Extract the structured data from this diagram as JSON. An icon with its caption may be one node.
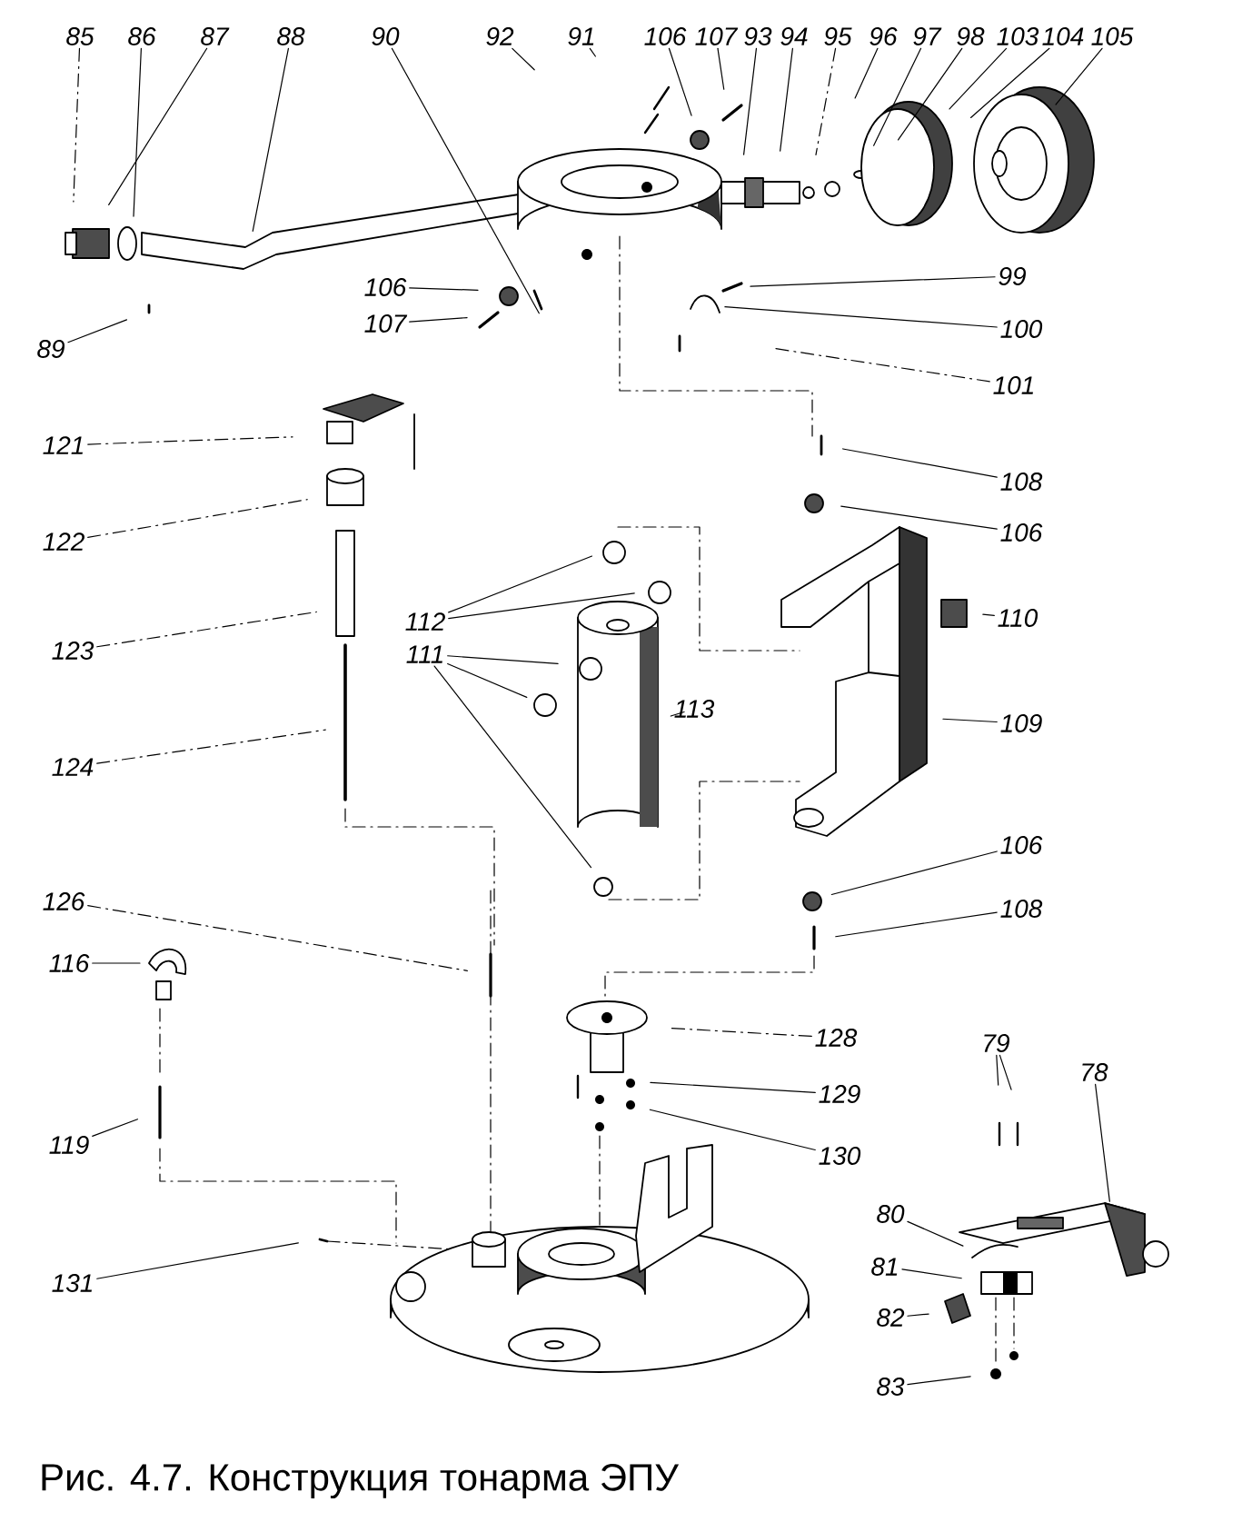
{
  "diagram": {
    "caption": "Рис. 4.7. Конструкция тонарма ЭПУ",
    "nodes": [
      {
        "text": [
          "85"
        ]
      },
      {
        "text": [
          "86"
        ]
      },
      {
        "text": [
          "87"
        ]
      },
      {
        "text": [
          "88"
        ]
      },
      {
        "text": [
          "90"
        ]
      },
      {
        "text": [
          "92"
        ]
      },
      {
        "text": [
          "91"
        ]
      },
      {
        "text": [
          "106"
        ]
      },
      {
        "text": [
          "107"
        ]
      },
      {
        "text": [
          "93"
        ]
      },
      {
        "text": [
          "94"
        ]
      },
      {
        "text": [
          "95"
        ]
      },
      {
        "text": [
          "96"
        ]
      },
      {
        "text": [
          "97"
        ]
      },
      {
        "text": [
          "98"
        ]
      },
      {
        "text": [
          "103"
        ]
      },
      {
        "text": [
          "104"
        ]
      },
      {
        "text": [
          "105"
        ]
      },
      {
        "text": [
          "89"
        ]
      },
      {
        "text": [
          "106"
        ]
      },
      {
        "text": [
          "107"
        ]
      },
      {
        "text": [
          "99"
        ]
      },
      {
        "text": [
          "100"
        ]
      },
      {
        "text": [
          "101"
        ]
      },
      {
        "text": [
          "121"
        ]
      },
      {
        "text": [
          "122"
        ]
      },
      {
        "text": [
          "123"
        ]
      },
      {
        "text": [
          "124"
        ]
      },
      {
        "text": [
          "108"
        ]
      },
      {
        "text": [
          "106"
        ]
      },
      {
        "text": [
          "112"
        ]
      },
      {
        "text": [
          "111"
        ]
      },
      {
        "text": [
          "110"
        ]
      },
      {
        "text": [
          "113"
        ]
      },
      {
        "text": [
          "109"
        ]
      },
      {
        "text": [
          "106"
        ]
      },
      {
        "text": [
          "108"
        ]
      },
      {
        "text": [
          "126"
        ]
      },
      {
        "text": [
          "116"
        ]
      },
      {
        "text": [
          "128"
        ]
      },
      {
        "text": [
          "129"
        ]
      },
      {
        "text": [
          "130"
        ]
      },
      {
        "text": [
          "119"
        ]
      },
      {
        "text": [
          "79"
        ]
      },
      {
        "text": [
          "78"
        ]
      },
      {
        "text": [
          "131"
        ]
      },
      {
        "text": [
          "80"
        ]
      },
      {
        "text": [
          "81"
        ]
      },
      {
        "text": [
          "82"
        ]
      },
      {
        "text": [
          "83"
        ]
      }
    ],
    "edges": [
      {
        "from": 0,
        "to": null,
        "arrow": "none",
        "style": "dashed"
      },
      {
        "from": 1,
        "to": null,
        "arrow": "none"
      },
      {
        "from": 2,
        "to": null,
        "arrow": "none"
      },
      {
        "from": 3,
        "to": null,
        "arrow": "none"
      },
      {
        "from": 4,
        "to": null,
        "arrow": "none"
      },
      {
        "from": 5,
        "to": null,
        "arrow": "none"
      },
      {
        "from": 6,
        "to": null,
        "arrow": "none"
      },
      {
        "from": 7,
        "to": null,
        "arrow": "none"
      },
      {
        "from": 8,
        "to": null,
        "arrow": "none"
      },
      {
        "from": 9,
        "to": null,
        "arrow": "none"
      },
      {
        "from": 10,
        "to": null,
        "arrow": "none"
      },
      {
        "from": 11,
        "to": null,
        "arrow": "none",
        "style": "dashed"
      },
      {
        "from": 12,
        "to": null,
        "arrow": "none"
      },
      {
        "from": 13,
        "to": null,
        "arrow": "none"
      },
      {
        "from": 14,
        "to": null,
        "arrow": "none"
      },
      {
        "from": 15,
        "to": null,
        "arrow": "none"
      },
      {
        "from": 16,
        "to": null,
        "arrow": "none"
      },
      {
        "from": 17,
        "to": null,
        "arrow": "none"
      },
      {
        "from": 18,
        "to": null,
        "arrow": "none"
      },
      {
        "from": 19,
        "to": null,
        "arrow": "none"
      },
      {
        "from": 20,
        "to": null,
        "arrow": "none"
      },
      {
        "from": 21,
        "to": null,
        "arrow": "none"
      },
      {
        "from": 22,
        "to": null,
        "arrow": "none"
      },
      {
        "from": 23,
        "to": null,
        "arrow": "none",
        "style": "dashed"
      },
      {
        "from": 24,
        "to": null,
        "arrow": "none",
        "style": "dashed"
      },
      {
        "from": 25,
        "to": null,
        "arrow": "none",
        "style": "dashed"
      },
      {
        "from": 26,
        "to": null,
        "arrow": "none",
        "style": "dashed"
      },
      {
        "from": 27,
        "to": null,
        "arrow": "none",
        "style": "dashed"
      },
      {
        "from": 28,
        "to": null,
        "arrow": "none"
      },
      {
        "from": 29,
        "to": null,
        "arrow": "none"
      },
      {
        "from": 30,
        "to": null,
        "arrow": "none"
      },
      {
        "from": 30,
        "to": null,
        "arrow": "none"
      },
      {
        "from": 31,
        "to": null,
        "arrow": "none"
      },
      {
        "from": 31,
        "to": null,
        "arrow": "none"
      },
      {
        "from": 31,
        "to": null,
        "arrow": "none"
      },
      {
        "from": 32,
        "to": null,
        "arrow": "none"
      },
      {
        "from": 33,
        "to": null,
        "arrow": "none"
      },
      {
        "from": 34,
        "to": null,
        "arrow": "none"
      },
      {
        "from": 35,
        "to": null,
        "arrow": "none"
      },
      {
        "from": 36,
        "to": null,
        "arrow": "none"
      },
      {
        "from": 37,
        "to": null,
        "arrow": "none",
        "style": "dashed"
      },
      {
        "from": 38,
        "to": null,
        "arrow": "none"
      },
      {
        "from": 39,
        "to": null,
        "arrow": "none",
        "style": "dashed"
      },
      {
        "from": 40,
        "to": null,
        "arrow": "none"
      },
      {
        "from": 41,
        "to": null,
        "arrow": "none"
      },
      {
        "from": 42,
        "to": null,
        "arrow": "none"
      },
      {
        "from": 43,
        "to": null,
        "arrow": "none"
      },
      {
        "from": 43,
        "to": null,
        "arrow": "none"
      },
      {
        "from": 44,
        "to": null,
        "arrow": "none"
      },
      {
        "from": 45,
        "to": null,
        "arrow": "none"
      },
      {
        "from": 46,
        "to": null,
        "arrow": "none"
      },
      {
        "from": 47,
        "to": null,
        "arrow": "none"
      },
      {
        "from": 48,
        "to": null,
        "arrow": "none"
      },
      {
        "from": 49,
        "to": null,
        "arrow": "none"
      }
    ]
  }
}
